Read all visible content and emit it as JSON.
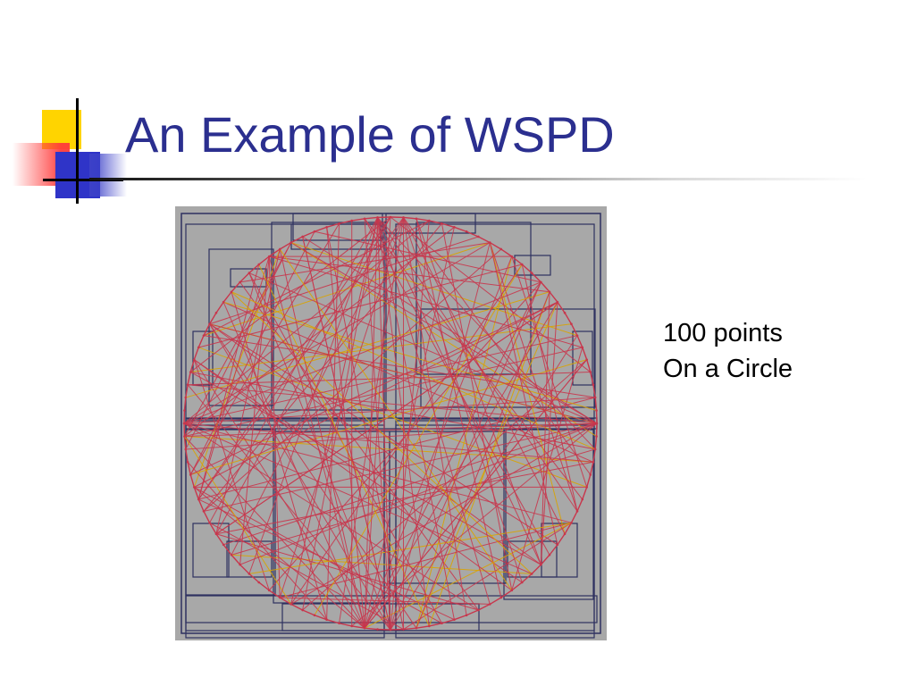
{
  "slide": {
    "title": "An Example of WSPD",
    "caption_lines": [
      "100 points",
      "On a Circle"
    ]
  },
  "colors": {
    "title": "#2b2f8f",
    "logo_yellow": "#ffd400",
    "logo_red": "#ff3b3b",
    "logo_blue": "#2f34c8",
    "figure_background": "#a8a8a8",
    "box_stroke": "#2e3160",
    "pair_line_red": "#c8364c",
    "pair_line_yellow": "#d9a300",
    "circle_stroke": "#c8364c"
  },
  "icons": {
    "logo": "colored-squares-logo"
  },
  "diagram": {
    "point_count": 100
  }
}
